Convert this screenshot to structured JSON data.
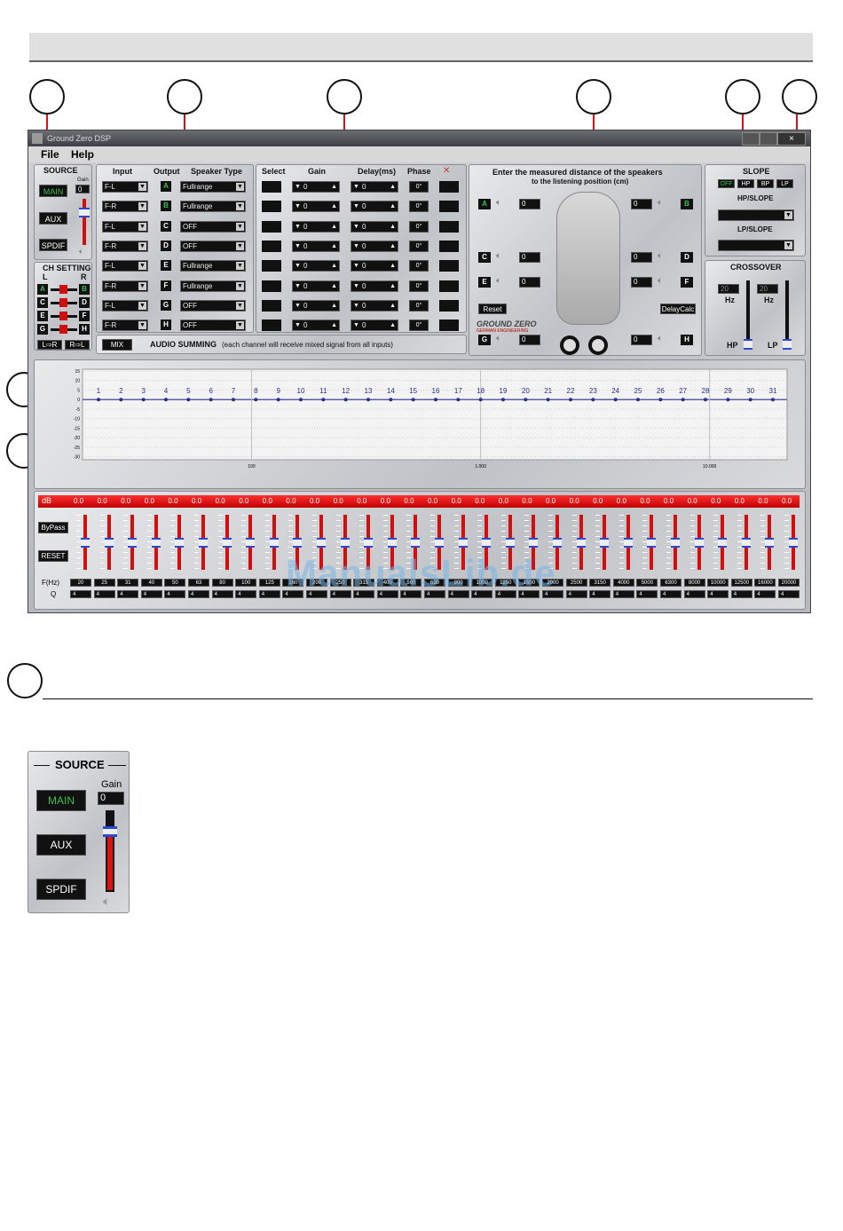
{
  "app_title": "Ground Zero DSP",
  "menu": [
    "File",
    "Help"
  ],
  "source": {
    "title": "SOURCE",
    "gain_label": "Gain",
    "gain_value": "0",
    "buttons": [
      "MAIN",
      "AUX",
      "SPDIF"
    ]
  },
  "ch_setting": {
    "title": "CH SETTING",
    "left": "L",
    "right": "R",
    "pairs": [
      [
        "A",
        "B"
      ],
      [
        "C",
        "D"
      ],
      [
        "E",
        "F"
      ],
      [
        "G",
        "H"
      ]
    ],
    "lr_button": "L⇨R",
    "rl_button": "R⇨L"
  },
  "outputs": {
    "headers": {
      "input": "Input",
      "output": "Output",
      "speaker_type": "Speaker Type"
    },
    "rows": [
      {
        "input": "F-L",
        "output": "A",
        "type": "Fullrange"
      },
      {
        "input": "F-R",
        "output": "B",
        "type": "Fullrange"
      },
      {
        "input": "F-L",
        "output": "C",
        "type": "OFF"
      },
      {
        "input": "F-R",
        "output": "D",
        "type": "OFF"
      },
      {
        "input": "F-L",
        "output": "E",
        "type": "Fullrange"
      },
      {
        "input": "F-R",
        "output": "F",
        "type": "Fullrange"
      },
      {
        "input": "F-L",
        "output": "G",
        "type": "OFF"
      },
      {
        "input": "F-R",
        "output": "H",
        "type": "OFF"
      }
    ]
  },
  "mixer": {
    "headers": {
      "select": "Select",
      "gain": "Gain",
      "delay": "Delay(ms)",
      "phase": "Phase"
    },
    "gain_value": "0",
    "delay_value": "0",
    "phase_value": "0°"
  },
  "summing": {
    "mix_button": "MIX",
    "title": "AUDIO SUMMING",
    "note": "(each channel will receive mixed signal from all inputs)"
  },
  "distance": {
    "title": "Enter the measured distance of the speakers",
    "subtitle": "to the listening position (cm)",
    "value": "0",
    "channels": [
      "A",
      "B",
      "C",
      "D",
      "E",
      "F",
      "G",
      "H"
    ],
    "reset": "Reset",
    "calc": "DelayCalc",
    "brand": "GROUND ZERO",
    "brand_sub": "GERMAN ENGINEERING"
  },
  "slope": {
    "title": "SLOPE",
    "modes": [
      "OFF",
      "HP",
      "BP",
      "LP"
    ],
    "hp": "HP/SLOPE",
    "lp": "LP/SLOPE"
  },
  "crossover": {
    "title": "CROSSOVER",
    "hz": "Hz",
    "hp_value": "20",
    "lp_value": "20",
    "hp_label": "HP",
    "lp_label": "LP"
  },
  "eq_graph": {
    "y_ticks": [
      "15",
      "10",
      "5",
      "0",
      "-5",
      "-10",
      "-15",
      "-20",
      "-25",
      "-30"
    ],
    "x_ticks": [
      "100",
      "1.000",
      "10.000"
    ],
    "band_numbers": [
      "1",
      "2",
      "3",
      "4",
      "5",
      "6",
      "7",
      "8",
      "9",
      "10",
      "11",
      "12",
      "13",
      "14",
      "15",
      "16",
      "17",
      "18",
      "19",
      "20",
      "21",
      "22",
      "23",
      "24",
      "25",
      "26",
      "27",
      "28",
      "29",
      "30",
      "31"
    ]
  },
  "eq": {
    "db_label": "dB",
    "db_values": "0.0",
    "bypass": "ByPass",
    "reset": "RESET",
    "freq_label": "F(Hz)",
    "q_label": "Q",
    "q_value": "4",
    "freqs": [
      "20",
      "25",
      "31",
      "40",
      "50",
      "63",
      "80",
      "100",
      "125",
      "160",
      "200",
      "250",
      "315",
      "400",
      "500",
      "630",
      "800",
      "1000",
      "1250",
      "1600",
      "2000",
      "2500",
      "3150",
      "4000",
      "5000",
      "6300",
      "8000",
      "10000",
      "12500",
      "16000",
      "20000"
    ]
  },
  "watermark": "ManualsLib.de",
  "callouts": {
    "count_top": 6
  }
}
